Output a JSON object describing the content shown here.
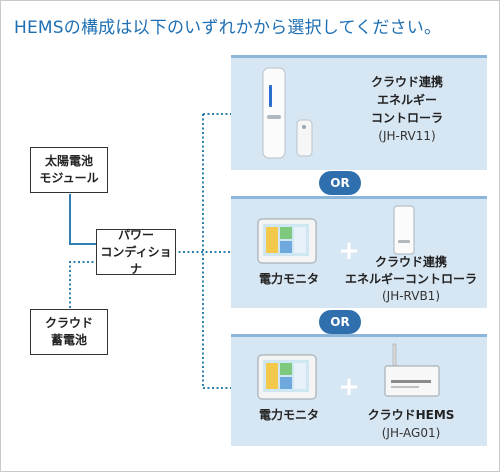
{
  "heading": "HEMSの構成は以下のいずれかから選択してください。",
  "sources": {
    "solar": [
      "太陽電池",
      "モジュール"
    ],
    "conditioner": [
      "パワー",
      "コンディショナ"
    ],
    "battery": [
      "クラウド",
      "蓄電池"
    ]
  },
  "options": [
    {
      "device_name": [
        "クラウド連携",
        "エネルギー",
        "コントローラ"
      ],
      "model": "(JH-RV11)"
    },
    {
      "monitor": "電力モニタ",
      "device_name": [
        "クラウド連携",
        "エネルギーコントローラ"
      ],
      "model": "(JH-RVB1)"
    },
    {
      "monitor": "電力モニタ",
      "device_name": [
        "クラウドHEMS"
      ],
      "model": "(JH-AG01)"
    }
  ],
  "or_label": "OR",
  "plus": "+",
  "colors": {
    "heading": "#1f6fb3",
    "panel": "#d7e6f3",
    "wire": "#2f7fb0",
    "or_badge": "#2f6fae"
  }
}
